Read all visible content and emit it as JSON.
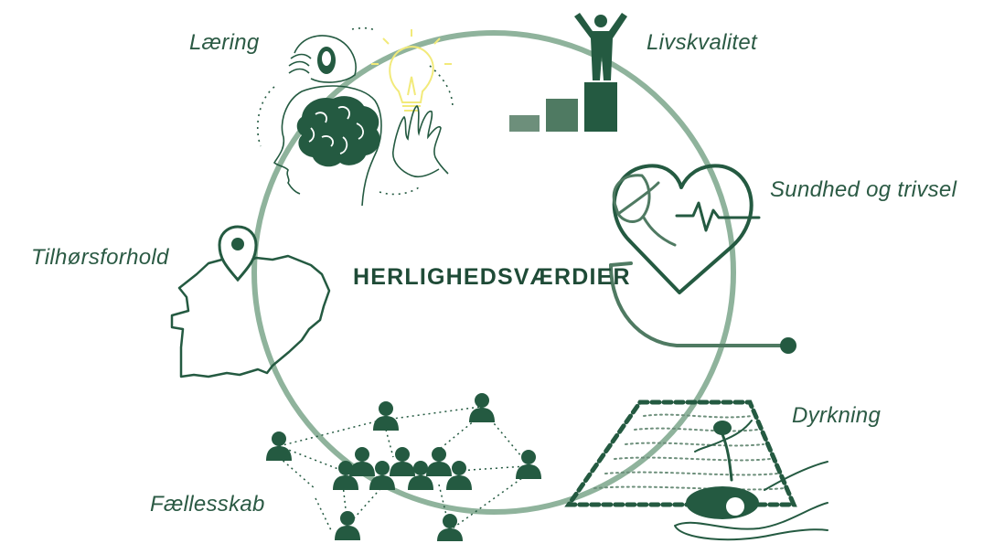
{
  "diagram": {
    "center_title": "HERLIGHEDSVÆRDIER",
    "values": [
      {
        "id": "laering",
        "label": "Læring",
        "icon": "brain-learning-icon"
      },
      {
        "id": "livskvalitet",
        "label": "Livskvalitet",
        "icon": "podium-person-icon"
      },
      {
        "id": "sundhed",
        "label": "Sundhed og trivsel",
        "icon": "heart-stethoscope-icon"
      },
      {
        "id": "dyrkning",
        "label": "Dyrkning",
        "icon": "field-seedling-hand-icon"
      },
      {
        "id": "faellesskab",
        "label": "Fællesskab",
        "icon": "people-network-icon"
      },
      {
        "id": "tilhoersforhold",
        "label": "Tilhørsforhold",
        "icon": "map-pin-icon"
      }
    ],
    "colors": {
      "dark_green": "#245a41",
      "mid_green": "#4f7a62",
      "ring_green": "#8fb39c",
      "light_green": "#6d8f7b",
      "bulb_yellow": "#f2ea7a",
      "text_green": "#2b5a44"
    }
  }
}
